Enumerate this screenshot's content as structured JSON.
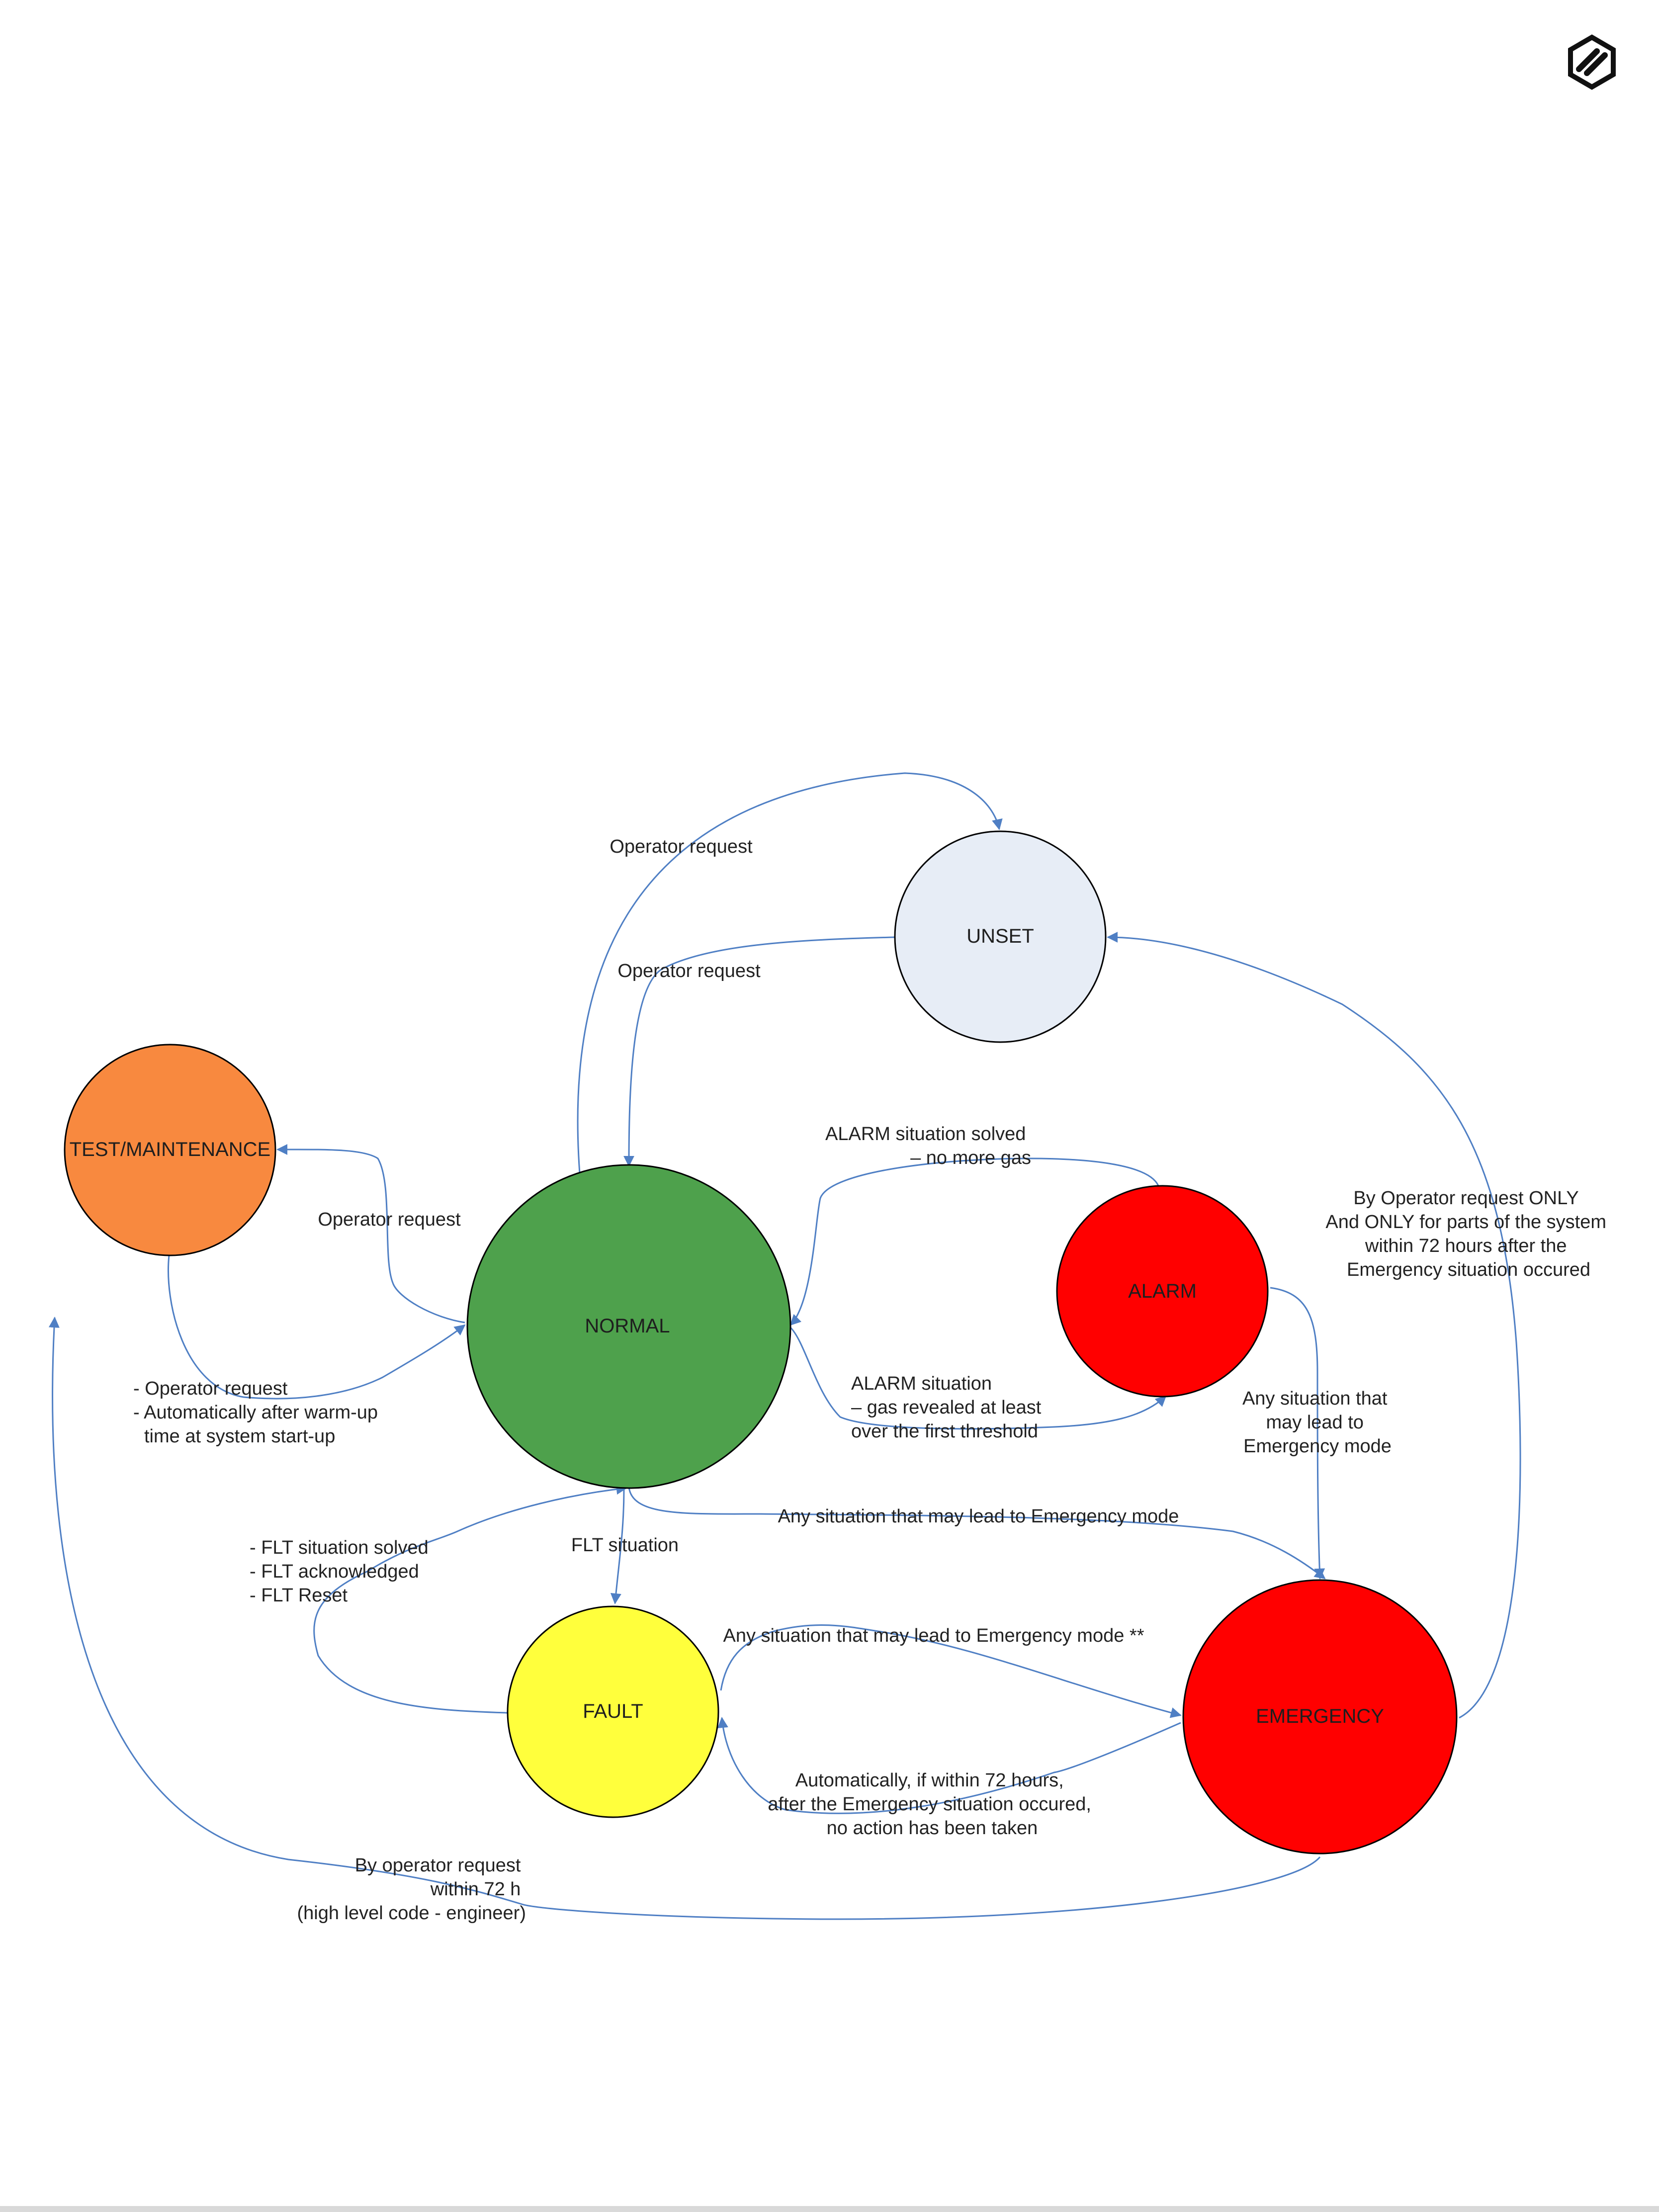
{
  "logo": {
    "icon": "hexagon-s-logo-icon"
  },
  "colors": {
    "edge": "#4f7fc4",
    "unset": "#e7edf6",
    "normal": "#4ea14c",
    "test_maintenance": "#f8893f",
    "alarm": "#ff0000",
    "emergency": "#ff0000",
    "fault": "#ffff3c"
  },
  "diagram": {
    "nodes": {
      "unset": "UNSET",
      "test_maintenance": "TEST/MAINTENANCE",
      "normal": "NORMAL",
      "alarm": "ALARM",
      "fault": "FAULT",
      "emergency": "EMERGENCY"
    },
    "edges": {
      "normal_to_unset": "Operator request",
      "unset_to_normal": "Operator request",
      "normal_to_test": "Operator request",
      "test_to_normal": [
        "- Operator request",
        "- Automatically after warm-up",
        "time at system start-up"
      ],
      "alarm_to_normal": [
        "ALARM situation solved",
        "– no more gas"
      ],
      "normal_to_alarm": [
        "ALARM situation",
        "– gas revealed at least",
        "over the first threshold"
      ],
      "alarm_to_emergency": [
        "Any situation that",
        "may lead to",
        "Emergency mode"
      ],
      "emergency_to_unset": [
        "By Operator request ONLY",
        "And ONLY for parts of the system",
        "within 72 hours after the",
        "Emergency situation occured"
      ],
      "normal_to_emergency": "Any situation that may lead to Emergency mode",
      "fault_to_normal": [
        "- FLT situation solved",
        "- FLT acknowledged",
        "- FLT Reset"
      ],
      "normal_to_fault": "FLT situation",
      "fault_to_emergency": "Any situation that may lead to Emergency mode **",
      "emergency_to_fault": [
        "Automatically, if within 72 hours,",
        "after the Emergency situation occured,",
        "no action has been taken"
      ],
      "emergency_to_test": [
        "By operator request",
        "within 72 h",
        "(high level code - engineer)"
      ]
    }
  }
}
